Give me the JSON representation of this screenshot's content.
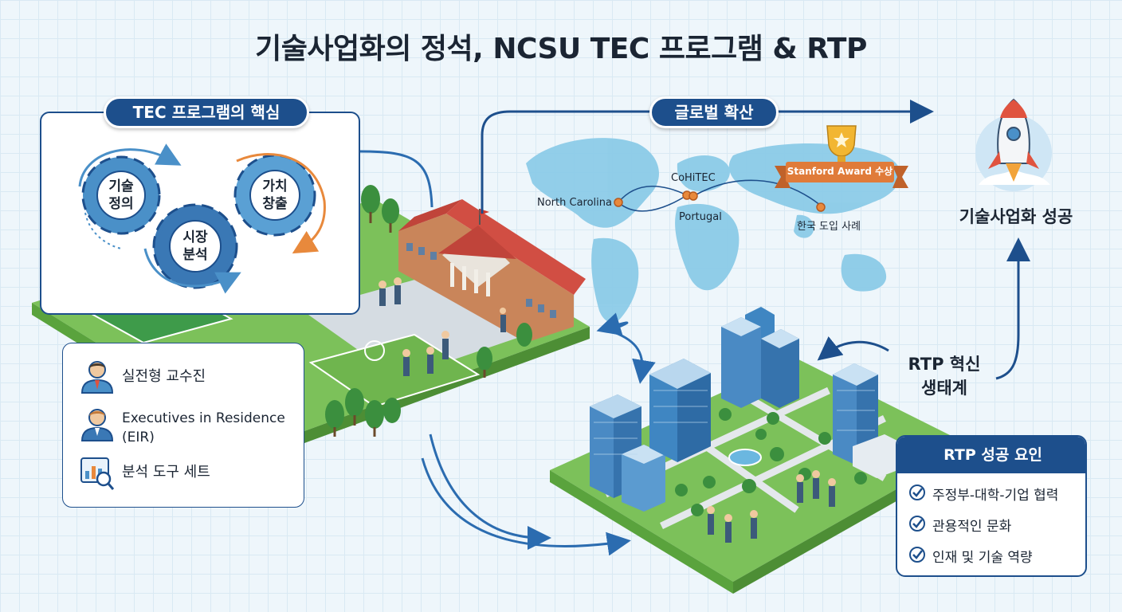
{
  "title": "기술사업화의 정석, NCSU TEC 프로그램 & RTP",
  "tec_core": {
    "heading": "TEC 프로그램의 핵심",
    "gears": [
      {
        "line1": "기술",
        "line2": "정의"
      },
      {
        "line1": "시장",
        "line2": "분석"
      },
      {
        "line1": "가치",
        "line2": "창출"
      }
    ]
  },
  "resources": {
    "items": [
      {
        "icon": "professor-icon",
        "label": "실전형 교수진"
      },
      {
        "icon": "executive-icon",
        "label": "Executives in Residence (EIR)"
      },
      {
        "icon": "analysis-tools-icon",
        "label": "분석 도구 세트"
      }
    ]
  },
  "global": {
    "heading": "글로벌 확산",
    "locations": {
      "north_carolina": "North Carolina",
      "cohitec": "CoHiTEC",
      "portugal": "Portugal",
      "korea": "한국 도입 사례"
    },
    "award": "Stanford Award 수상"
  },
  "success": {
    "label": "기술사업화 성공"
  },
  "rtp": {
    "line1": "RTP 혁신",
    "line2": "생태계"
  },
  "rtp_factors": {
    "heading": "RTP 성공 요인",
    "items": [
      "주정부-대학-기업 협력",
      "관용적인 문화",
      "인재 및 기술 역량"
    ]
  },
  "colors": {
    "navy": "#1d4f8c",
    "gear_blue": "#4a90c8",
    "orange": "#e8893c",
    "grass": "#7cc15a",
    "map_blue": "#8ccbe8",
    "ribbon": "#e07b39"
  }
}
